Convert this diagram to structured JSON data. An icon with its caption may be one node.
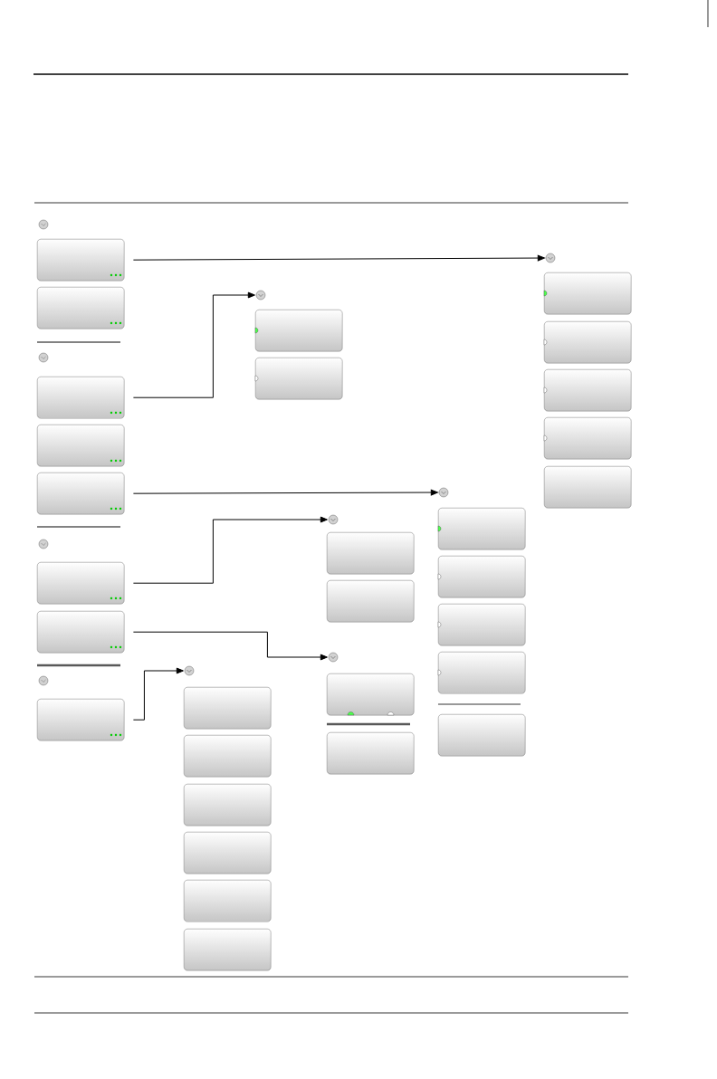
{
  "diagram": {
    "nodes": [
      {
        "text": [],
        "shape": "box"
      },
      {
        "text": [],
        "shape": "box"
      },
      {
        "text": [],
        "shape": "box"
      },
      {
        "text": [],
        "shape": "box"
      },
      {
        "text": [],
        "shape": "box"
      },
      {
        "text": [],
        "shape": "box"
      },
      {
        "text": [],
        "shape": "box"
      },
      {
        "text": [],
        "shape": "box"
      },
      {
        "text": [],
        "shape": "circle"
      },
      {
        "text": [],
        "shape": "box"
      },
      {
        "text": [],
        "shape": "box"
      },
      {
        "text": [],
        "shape": "box"
      },
      {
        "text": [],
        "shape": "box"
      },
      {
        "text": [],
        "shape": "box"
      },
      {
        "text": [],
        "shape": "circle"
      },
      {
        "text": [],
        "shape": "box"
      },
      {
        "text": [],
        "shape": "box"
      },
      {
        "text": [],
        "shape": "circle"
      },
      {
        "text": [],
        "shape": "box"
      },
      {
        "text": [],
        "shape": "box"
      },
      {
        "text": [],
        "shape": "box"
      },
      {
        "text": [],
        "shape": "box"
      },
      {
        "text": [],
        "shape": "box"
      },
      {
        "text": [],
        "shape": "circle"
      },
      {
        "text": [],
        "shape": "box"
      },
      {
        "text": [],
        "shape": "box"
      },
      {
        "text": [],
        "shape": "circle"
      },
      {
        "text": [],
        "shape": "box"
      },
      {
        "text": [],
        "shape": "box"
      },
      {
        "text": [],
        "shape": "circle"
      },
      {
        "text": [],
        "shape": "box"
      },
      {
        "text": [],
        "shape": "box"
      },
      {
        "text": [],
        "shape": "box"
      },
      {
        "text": [],
        "shape": "box"
      },
      {
        "text": [],
        "shape": "box"
      },
      {
        "text": [],
        "shape": "box"
      }
    ],
    "edges": [
      {
        "from": 0,
        "to": 8,
        "arrow": "to"
      },
      {
        "from": 2,
        "to": 14,
        "arrow": "to"
      },
      {
        "from": 4,
        "to": 17,
        "arrow": "to"
      },
      {
        "from": 5,
        "to": 23,
        "arrow": "to"
      },
      {
        "from": 6,
        "to": 26,
        "arrow": "to"
      },
      {
        "from": 7,
        "to": 29,
        "arrow": "to"
      }
    ]
  }
}
